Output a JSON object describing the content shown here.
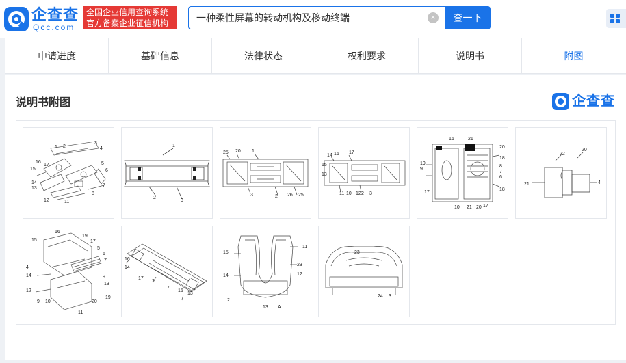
{
  "header": {
    "logo_name": "企查查",
    "logo_domain": "Qcc.com",
    "badge_line1": "全国企业信用查询系统",
    "badge_line2": "官方备案企业征信机构",
    "search_value": "一种柔性屏幕的转动机构及移动终端",
    "clear_icon": "×",
    "search_button": "查一下"
  },
  "tabs": [
    {
      "label": "申请进度"
    },
    {
      "label": "基础信息"
    },
    {
      "label": "法律状态"
    },
    {
      "label": "权利要求"
    },
    {
      "label": "说明书"
    },
    {
      "label": "附图"
    }
  ],
  "active_tab": "附图",
  "section": {
    "title": "说明书附图",
    "brand_name": "企查查"
  },
  "figures": [
    {
      "labels": [
        "1",
        "2",
        "3",
        "4",
        "15",
        "16",
        "17",
        "14",
        "13",
        "12",
        "11",
        "5",
        "6",
        "7",
        "8"
      ]
    },
    {
      "labels": [
        "1",
        "2",
        "3"
      ]
    },
    {
      "labels": [
        "25",
        "20",
        "1",
        "3",
        "2",
        "26",
        "25"
      ]
    },
    {
      "labels": [
        "14",
        "16",
        "17",
        "15",
        "13",
        "11",
        "10",
        "12",
        "2",
        "3"
      ]
    },
    {
      "labels": [
        "16",
        "21",
        "20",
        "18",
        "19",
        "9",
        "8",
        "7",
        "6",
        "17",
        "18",
        "10",
        "21",
        "20",
        "17"
      ]
    },
    {
      "labels": [
        "22",
        "20",
        "21",
        "4"
      ]
    },
    {
      "labels": [
        "16",
        "19",
        "15",
        "17",
        "5",
        "6",
        "7",
        "4",
        "14",
        "9",
        "13",
        "12",
        "9",
        "10",
        "20",
        "19",
        "11"
      ]
    },
    {
      "labels": [
        "16",
        "14",
        "17",
        "2",
        "7",
        "15",
        "13"
      ]
    },
    {
      "labels": [
        "15",
        "11",
        "23",
        "14",
        "12",
        "2",
        "13",
        "A"
      ]
    },
    {
      "labels": [
        "23",
        "24",
        "3"
      ]
    }
  ],
  "colors": {
    "accent": "#1a73e8",
    "badge": "#e53935",
    "page_bg": "#eef1f5"
  }
}
